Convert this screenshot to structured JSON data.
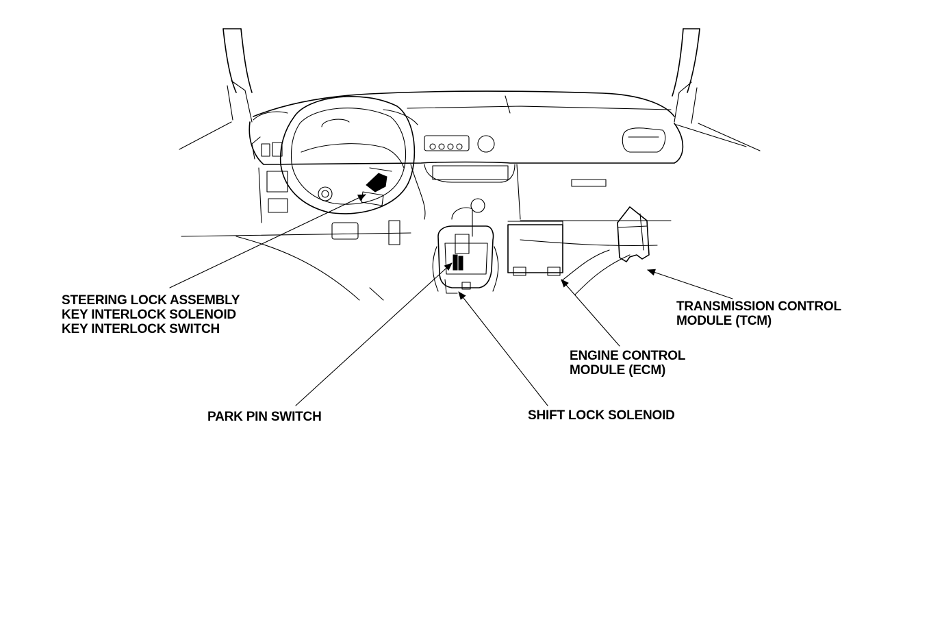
{
  "labels": {
    "steering": {
      "line1": "STEERING LOCK ASSEMBLY",
      "line2": "KEY INTERLOCK SOLENOID",
      "line3": "KEY INTERLOCK SWITCH"
    },
    "park_pin": {
      "line1": "PARK PIN SWITCH"
    },
    "shift_lock": {
      "line1": "SHIFT LOCK SOLENOID"
    },
    "ecm": {
      "line1": "ENGINE CONTROL",
      "line2": "MODULE (ECM)"
    },
    "tcm": {
      "line1": "TRANSMISSION CONTROL",
      "line2": "MODULE (TCM)"
    }
  },
  "colors": {
    "ink": "#000000",
    "paper": "#ffffff"
  }
}
